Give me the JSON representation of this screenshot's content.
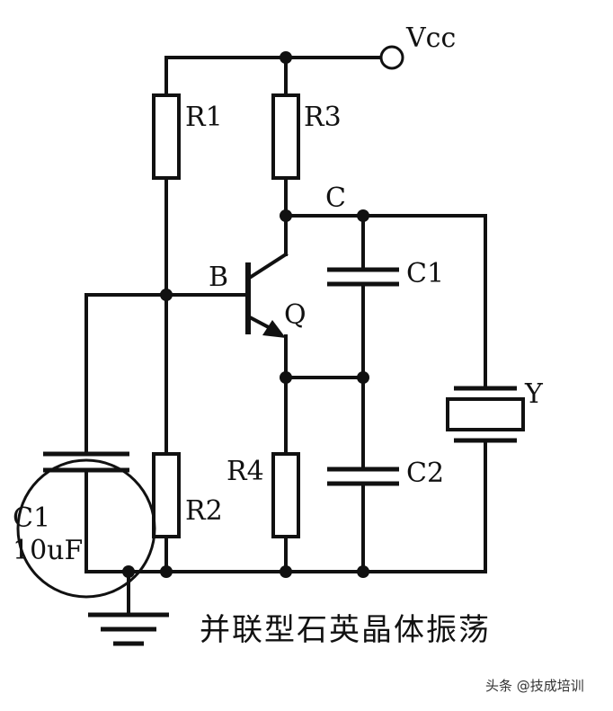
{
  "labels": {
    "vcc": "Vcc",
    "r1": "R1",
    "r2": "R2",
    "r3": "R3",
    "r4": "R4",
    "c_node": "C",
    "b_node": "B",
    "q": "Q",
    "c1": "C1",
    "c2": "C2",
    "y": "Y",
    "c1_left": "C1",
    "cap_value": "10uF"
  },
  "caption": "并联型石英晶体振荡",
  "watermark": "头条 @技成培训"
}
